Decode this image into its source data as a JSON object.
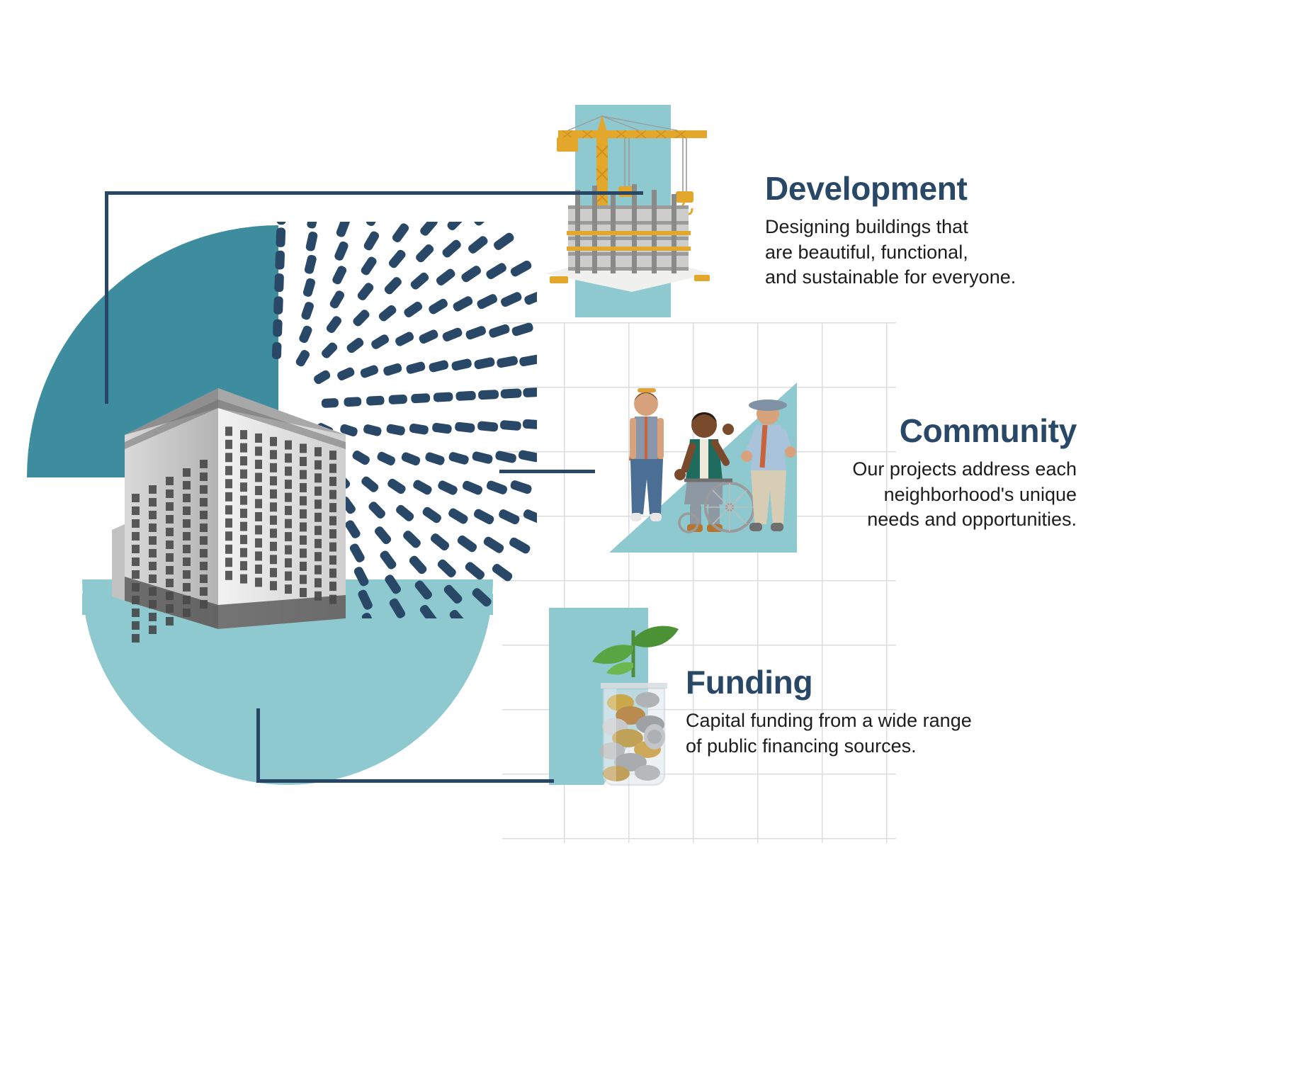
{
  "theme": {
    "navy": "#294868",
    "teal": "#3d8d9e",
    "light_teal": "#8fc9d0",
    "background": "#ffffff",
    "body_text": "#1d1d1d",
    "grid_line": "#dcdcdc",
    "crane_yellow": "#e8a930"
  },
  "sections": [
    {
      "id": "development",
      "heading": "Development",
      "body": "Designing buildings that\nare beautiful, functional,\nand sustainable for everyone.",
      "image_name": "construction-crane-photo",
      "accent_shape": "rectangle"
    },
    {
      "id": "community",
      "heading": "Community",
      "body": "Our projects address each\nneighborhood's unique\nneeds and opportunities.",
      "image_name": "community-people-photo",
      "accent_shape": "triangle"
    },
    {
      "id": "funding",
      "heading": "Funding",
      "body": "Capital funding from a wide range\nof public financing sources.",
      "image_name": "coin-jar-with-plant-photo",
      "accent_shape": "arrow"
    }
  ],
  "graphics": {
    "center_image_name": "historic-office-building-photo",
    "radial_dash_pattern_name": "radial-dash-fan",
    "grid_name": "background-square-grid",
    "connector_name": "bracket-connector-line"
  }
}
